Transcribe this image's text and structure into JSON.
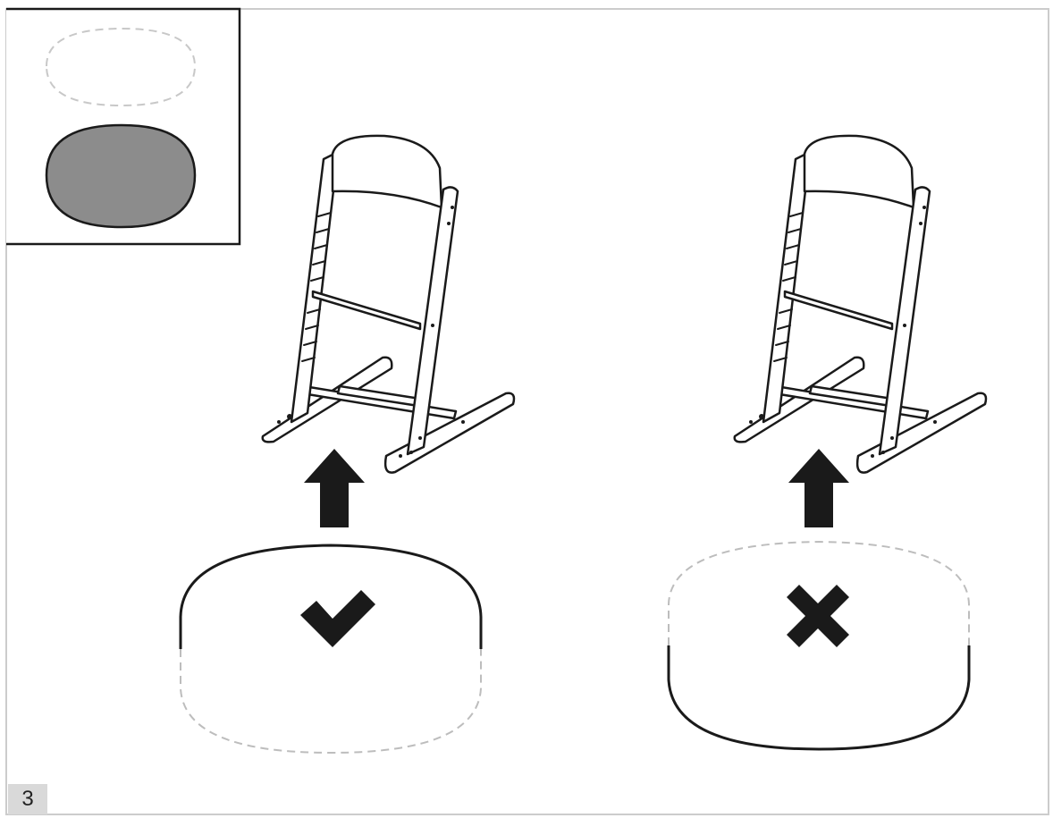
{
  "step": {
    "number": "3"
  },
  "legend": {
    "items": [
      {
        "name": "cushion-outline-dashed",
        "style": "dashed"
      },
      {
        "name": "cushion-filled",
        "style": "filled"
      }
    ]
  },
  "instructions": [
    {
      "name": "correct",
      "marker": "check-icon",
      "cushion_solid_part": "top"
    },
    {
      "name": "incorrect",
      "marker": "cross-icon",
      "cushion_solid_part": "bottom"
    }
  ],
  "colors": {
    "line": "#1a1a1a",
    "dashed_line": "#bdbdbd",
    "filled_cushion": "#8c8c8c",
    "page_border": "#cccccc",
    "badge_bg": "#d9d9d9"
  }
}
